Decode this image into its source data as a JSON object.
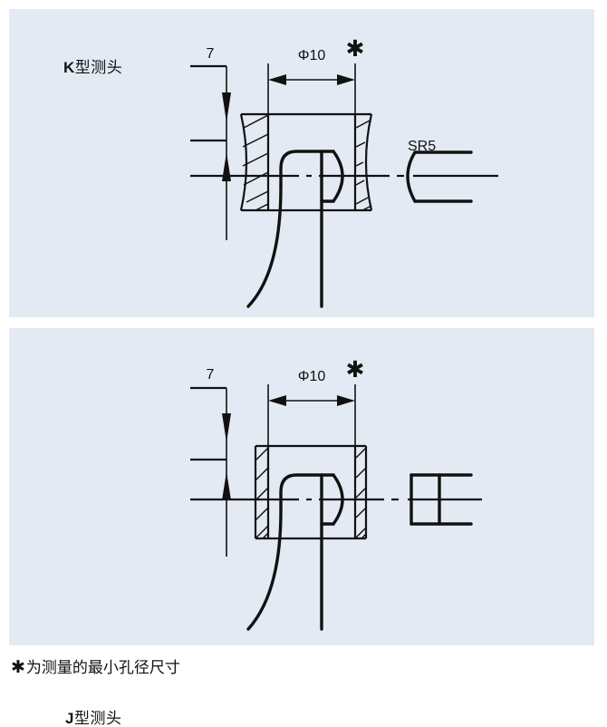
{
  "page": {
    "background": "#ffffff",
    "panel_background": "#e4eaf4",
    "line_color": "#111111"
  },
  "panels": [
    {
      "id": "k",
      "title_letter": "K",
      "title_rest": "型测头",
      "title_full": "K型测头",
      "dimensions": {
        "depth_label": "7",
        "bore_label": "Φ10",
        "radius_label": "SR5",
        "star_marker": "✱"
      },
      "geometry_note": "hourglass (tapered) hatched bore walls; spherical SR5 probe tip side view"
    },
    {
      "id": "j",
      "title_letter": "J",
      "title_rest": "型测头",
      "title_full": "J型测头",
      "dimensions": {
        "depth_label": "7",
        "bore_label": "Φ10",
        "star_marker": "✱"
      },
      "geometry_note": "straight rectangular hatched bore walls; flat square probe tip side view"
    }
  ],
  "footnote": {
    "star": "✱",
    "text": "为测量的最小孔径尺寸"
  }
}
